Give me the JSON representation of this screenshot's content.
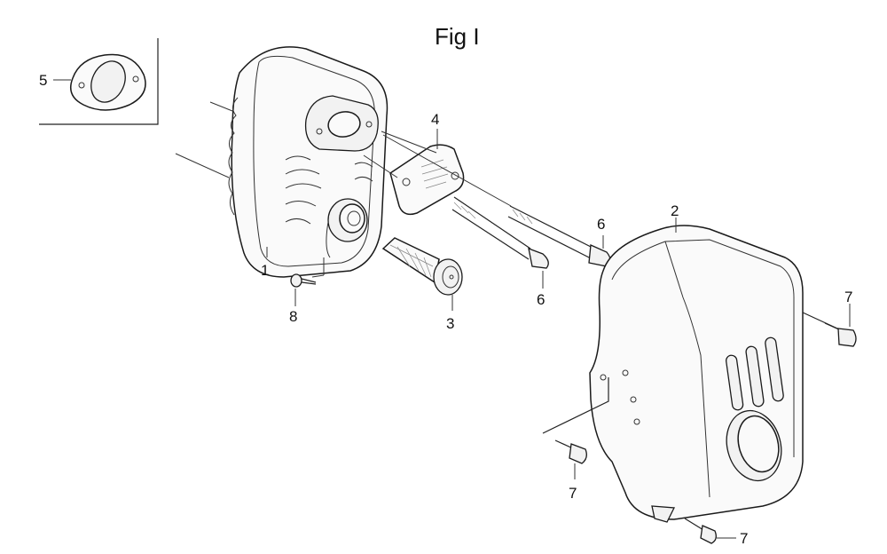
{
  "figure": {
    "title": "Fig I"
  },
  "parts": [
    {
      "id": "part-1",
      "callout": "1",
      "icon": "muffler-body-icon"
    },
    {
      "id": "part-2",
      "callout": "2",
      "icon": "muffler-protector-icon"
    },
    {
      "id": "part-3",
      "callout": "3",
      "icon": "spark-arrester-icon"
    },
    {
      "id": "part-4",
      "callout": "4",
      "icon": "heat-shield-plate-icon"
    },
    {
      "id": "part-5",
      "callout": "5",
      "icon": "gasket-icon"
    },
    {
      "id": "part-6",
      "callout": "6",
      "icon": "stud-bolt-icon"
    },
    {
      "id": "part-7",
      "callout": "7",
      "icon": "flange-bolt-icon"
    },
    {
      "id": "part-8",
      "callout": "8",
      "icon": "tapping-screw-icon"
    }
  ]
}
